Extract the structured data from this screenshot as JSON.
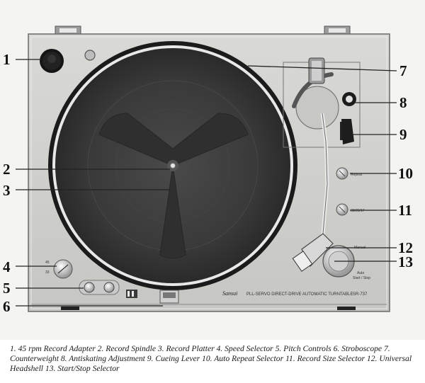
{
  "callouts": [
    {
      "num": "1",
      "label": "45 rpm Record Adapter"
    },
    {
      "num": "2",
      "label": "Record Spindle"
    },
    {
      "num": "3",
      "label": "Record Platter"
    },
    {
      "num": "4",
      "label": "Speed Selector"
    },
    {
      "num": "5",
      "label": "Pitch Controls"
    },
    {
      "num": "6",
      "label": "Stroboscope"
    },
    {
      "num": "7",
      "label": "Counterweight"
    },
    {
      "num": "8",
      "label": "Antiskating Adjustment"
    },
    {
      "num": "9",
      "label": "Cueing Lever"
    },
    {
      "num": "10",
      "label": "Auto Repeat Selector"
    },
    {
      "num": "11",
      "label": "Record Size Selector"
    },
    {
      "num": "12",
      "label": "Universal Headshell"
    },
    {
      "num": "13",
      "label": "Start/Stop Selector"
    }
  ],
  "panel": {
    "brand": "Sansui",
    "model_text": "PLL-SERVO DIRECT-DRIVE AUTOMATIC TURNTABLE",
    "model_number": "SR-737",
    "speed_33": "33",
    "speed_45": "45",
    "repeat_label": "Repeat",
    "size_label": "30/25/17",
    "manual_label": "Manual",
    "auto_label": "Auto",
    "startstop_label": "Start / Stop"
  },
  "caption": "1. 45 rpm Record Adapter 2. Record Spindle 3. Record Platter 4. Speed Selector 5. Pitch Controls 6. Stroboscope 7. Counterweight 8. Antiskating Adjustment 9. Cueing Lever 10. Auto Repeat Selector 11. Record Size Selector 12. Universal Headshell 13. Start/Stop Selector"
}
